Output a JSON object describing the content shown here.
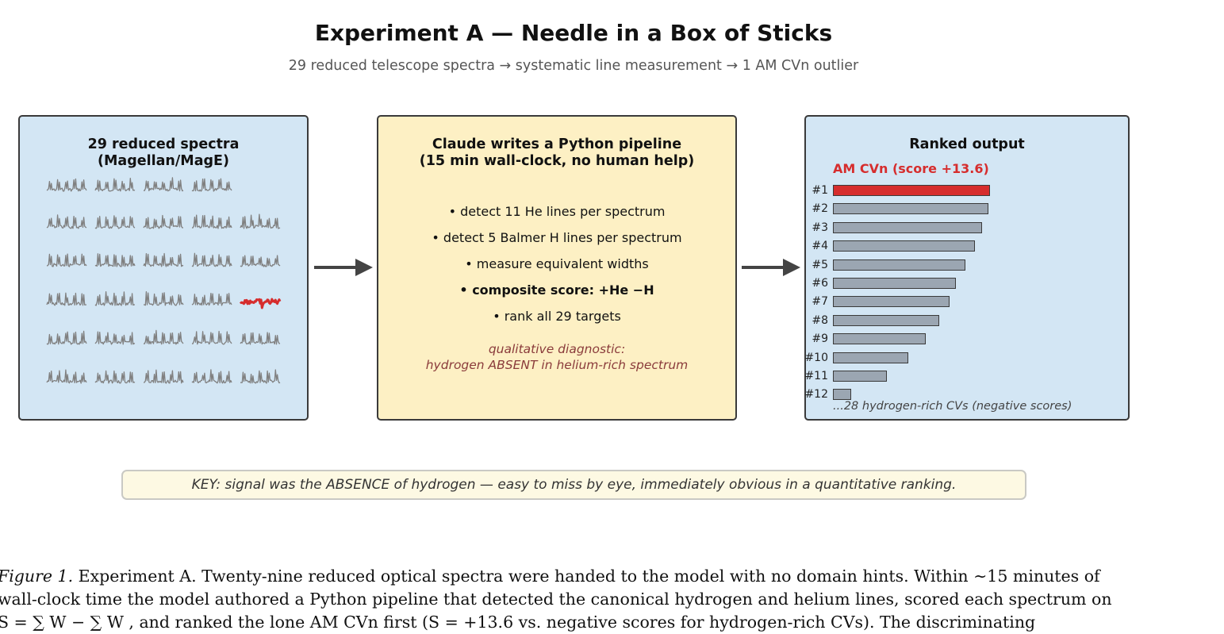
{
  "header": {
    "title": "Experiment A — Needle in a Box of Sticks",
    "subtitle": "29 reduced telescope spectra → systematic line measurement → 1 AM CVn outlier"
  },
  "input_panel": {
    "title_line1": "29 reduced spectra",
    "title_line2": "(Magellan/MagE)",
    "grid_rows": [
      4,
      5,
      5,
      5,
      5,
      5
    ],
    "outlier": {
      "row": 3,
      "col": 4
    },
    "normal_color": "#808080",
    "outlier_color": "#d62d2d"
  },
  "pipeline_panel": {
    "title_line1": "Claude writes a Python pipeline",
    "title_line2": "(15 min wall-clock, no human help)",
    "bullets": [
      "• detect 11 He lines per spectrum",
      "• detect 5 Balmer H lines per spectrum",
      "• measure equivalent widths",
      "• composite score:  +He  −H",
      "• rank all 29 targets"
    ],
    "diagnostic_line1": "qualitative diagnostic:",
    "diagnostic_line2": "hydrogen ABSENT in helium-rich spectrum"
  },
  "output_panel": {
    "title": "Ranked output",
    "highlight": "AM CVn  (score +13.6)",
    "ranks": [
      {
        "label": "#1",
        "value": 1.0
      },
      {
        "label": "#2",
        "value": 0.99
      },
      {
        "label": "#3",
        "value": 0.95
      },
      {
        "label": "#4",
        "value": 0.905
      },
      {
        "label": "#5",
        "value": 0.845
      },
      {
        "label": "#6",
        "value": 0.785
      },
      {
        "label": "#7",
        "value": 0.74
      },
      {
        "label": "#8",
        "value": 0.675
      },
      {
        "label": "#9",
        "value": 0.59
      },
      {
        "label": "#10",
        "value": 0.48
      },
      {
        "label": "#11",
        "value": 0.345
      },
      {
        "label": "#12",
        "value": 0.115
      }
    ],
    "footnote": "...28 hydrogen-rich CVs (negative scores)",
    "top_color": "#d62d2d",
    "bar_color": "#9ba6b2"
  },
  "key_note": "KEY: signal was the ABSENCE of hydrogen — easy to miss by eye, immediately obvious in a quantitative ranking.",
  "caption": {
    "label": "Figure 1.",
    "line1": " Experiment A. Twenty-nine reduced optical spectra were handed to the model with no domain hints. Within ∼15 minutes of",
    "line2": "wall-clock time the model authored a Python pipeline that detected the canonical hydrogen and helium lines, scored each spectrum on",
    "line3": "S = ∑ W − ∑ W , and ranked the lone AM CVn first (S = +13.6 vs. negative scores for hydrogen-rich CVs). The discriminating"
  }
}
